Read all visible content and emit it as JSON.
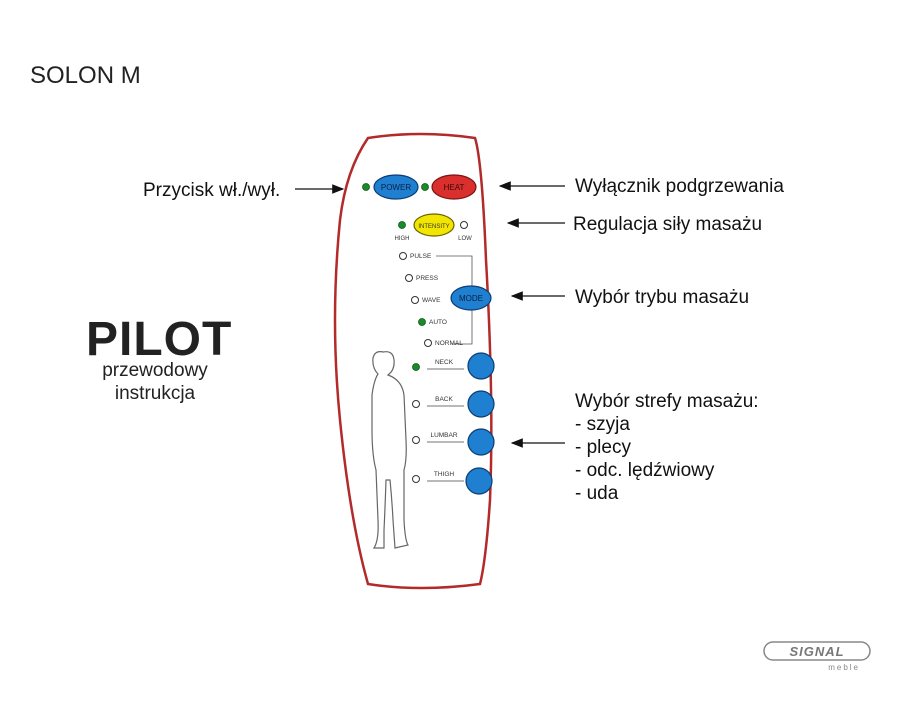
{
  "header": {
    "model": "SOLON M"
  },
  "pilot": {
    "title": "PILOT",
    "subtitle1": "przewodowy",
    "subtitle2": "instrukcja"
  },
  "callouts": {
    "power": "Przycisk wł./wył.",
    "heat": "Wyłącznik podgrzewania",
    "intensity": "Regulacja siły masażu",
    "mode": "Wybór trybu masażu",
    "zones_title": "Wybór strefy masażu:",
    "zones": [
      "- szyja",
      "- plecy",
      "- odc. lędźwiowy",
      "- uda"
    ]
  },
  "remote": {
    "power_label": "POWER",
    "heat_label": "HEAT",
    "intensity_label": "INTENSITY",
    "high_label": "HIGH",
    "low_label": "LOW",
    "mode_label": "MODE",
    "modes": [
      "PULSE",
      "PRESS",
      "WAVE",
      "AUTO",
      "NORMAL"
    ],
    "zones": [
      "NECK",
      "BACK",
      "LUMBAR",
      "THIGH"
    ]
  },
  "logo": {
    "brand": "SIGNAL",
    "tagline": "meble"
  },
  "colors": {
    "outline": "#b22a2a",
    "power_button": "#1f7fd0",
    "heat_button": "#d9302e",
    "intensity_button": "#f2e600",
    "mode_button": "#1f7fd0",
    "zone_button": "#1f7fd0",
    "led_on": "#1a8a2a"
  }
}
